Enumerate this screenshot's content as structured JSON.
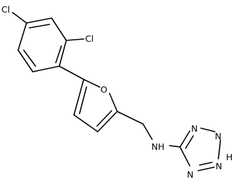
{
  "structure": {
    "atom_labels": [
      {
        "id": "cl-top",
        "text": "Cl"
      },
      {
        "id": "cl-ortho",
        "text": "Cl"
      },
      {
        "id": "o-furan",
        "text": "O"
      },
      {
        "id": "nh-amine",
        "text": "NH"
      },
      {
        "id": "n-tetrazole-1",
        "text": "N"
      },
      {
        "id": "n-tetrazole-2",
        "text": "N"
      },
      {
        "id": "n-tetrazole-3",
        "text": "N"
      },
      {
        "id": "nh-tetrazole",
        "text": "H"
      },
      {
        "id": "n-tetrazole-4",
        "text": "N"
      }
    ]
  }
}
